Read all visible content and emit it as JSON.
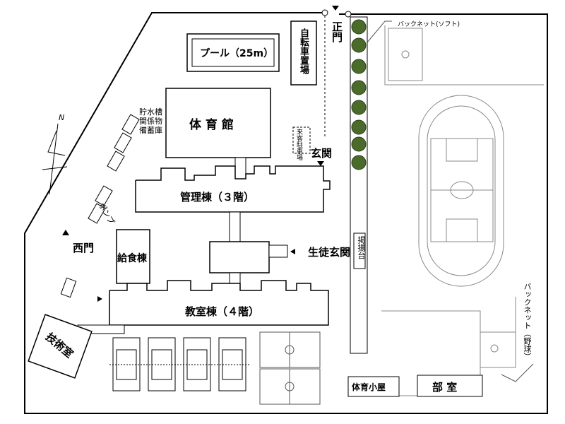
{
  "labels": {
    "pool": "プール（25m）",
    "bike": "自転車置場",
    "main_gate": "正門",
    "backnet_soft": "バックネット(ソフト)",
    "gym": "体 育 館",
    "storage": "貯水槽関係物備蓄庫",
    "storage_lines": [
      "貯水槽",
      "関係物",
      "備蓄庫"
    ],
    "guest_parking": "来客駐車場",
    "entrance": "玄関",
    "admin": "管理棟（３階）",
    "pump": "ポンプ",
    "west_gate": "西門",
    "kitchen": "給食棟",
    "student_entrance": "生徒玄関",
    "flag": "掲揚台",
    "classroom": "教室棟（４階）",
    "tech": "技術室",
    "pe_hut": "体育小屋",
    "club": "部 室",
    "backnet_baseball": "バックネット（野球）",
    "north": "N"
  }
}
